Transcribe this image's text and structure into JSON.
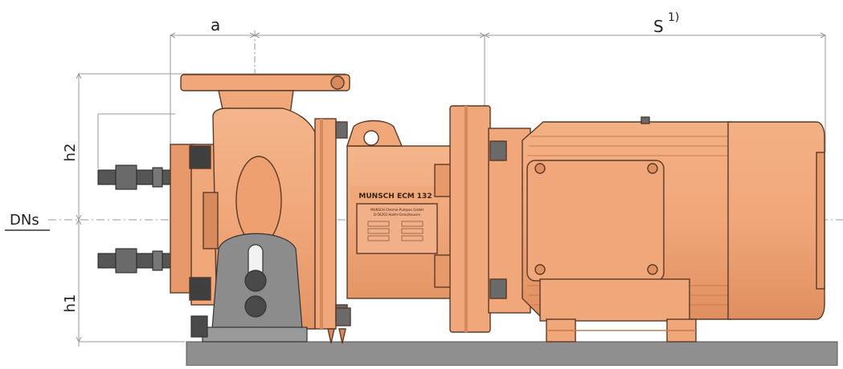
{
  "labels": {
    "a": "a",
    "s": "S",
    "s_note": "1)",
    "h2": "h2",
    "h1": "h1",
    "dns": "DNs"
  },
  "nameplate": {
    "title": "MUNSCH  ECM 132",
    "line1": "MUNSCH Chemie-Pumpen GmbH",
    "line2": "D-56203 Hoehr-Grenzhausen"
  },
  "colors": {
    "pump_body": "#f0a77a",
    "pump_outline": "#5a3a28",
    "pump_shadow": "#d98a5c",
    "base_plate": "#8f8f8f",
    "bolt": "#4a4a4a",
    "dimension_line": "#9a9a9a"
  }
}
